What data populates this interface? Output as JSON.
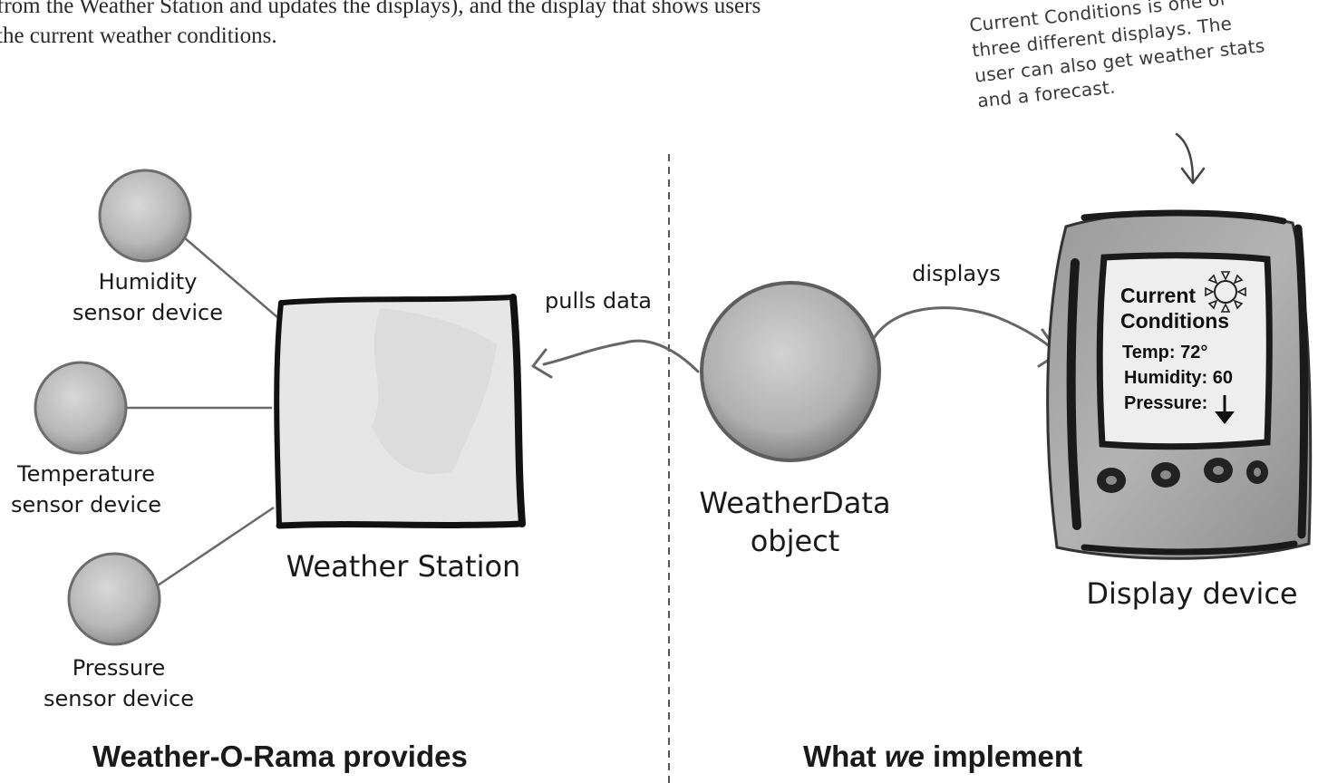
{
  "intro": {
    "line1": "from the Weather Station and updates the displays), and the display that shows users",
    "line2": "the current weather conditions."
  },
  "note": {
    "line1": "Current Conditions is  one of",
    "line2": "three different displays. The",
    "line3": "user can also get weather stats",
    "line4": "and a forecast."
  },
  "sensors": {
    "humidity": {
      "line1": "Humidity",
      "line2": "sensor device"
    },
    "temperature": {
      "line1": "Temperature",
      "line2": "sensor device"
    },
    "pressure": {
      "line1": "Pressure",
      "line2": "sensor device"
    }
  },
  "station": {
    "label": "Weather Station"
  },
  "arrows": {
    "pulls": "pulls data",
    "displays": "displays"
  },
  "weatherdata": {
    "line1": "WeatherData",
    "line2": "object"
  },
  "display": {
    "label": "Display device",
    "screen": {
      "title1": "Current",
      "title2": "Conditions",
      "temp": "Temp: 72°",
      "humidity": "Humidity: 60",
      "pressure": "Pressure:"
    }
  },
  "footer": {
    "left": "Weather-O-Rama provides",
    "right_pre": "What ",
    "right_em": "we",
    "right_post": " implement"
  },
  "colors": {
    "ink": "#1a1a1a",
    "circle_fill": "#bdbdbd",
    "box_fill": "#e4e4e4",
    "device_fill": "#a9a9a9",
    "screen_fill": "#ededed"
  }
}
